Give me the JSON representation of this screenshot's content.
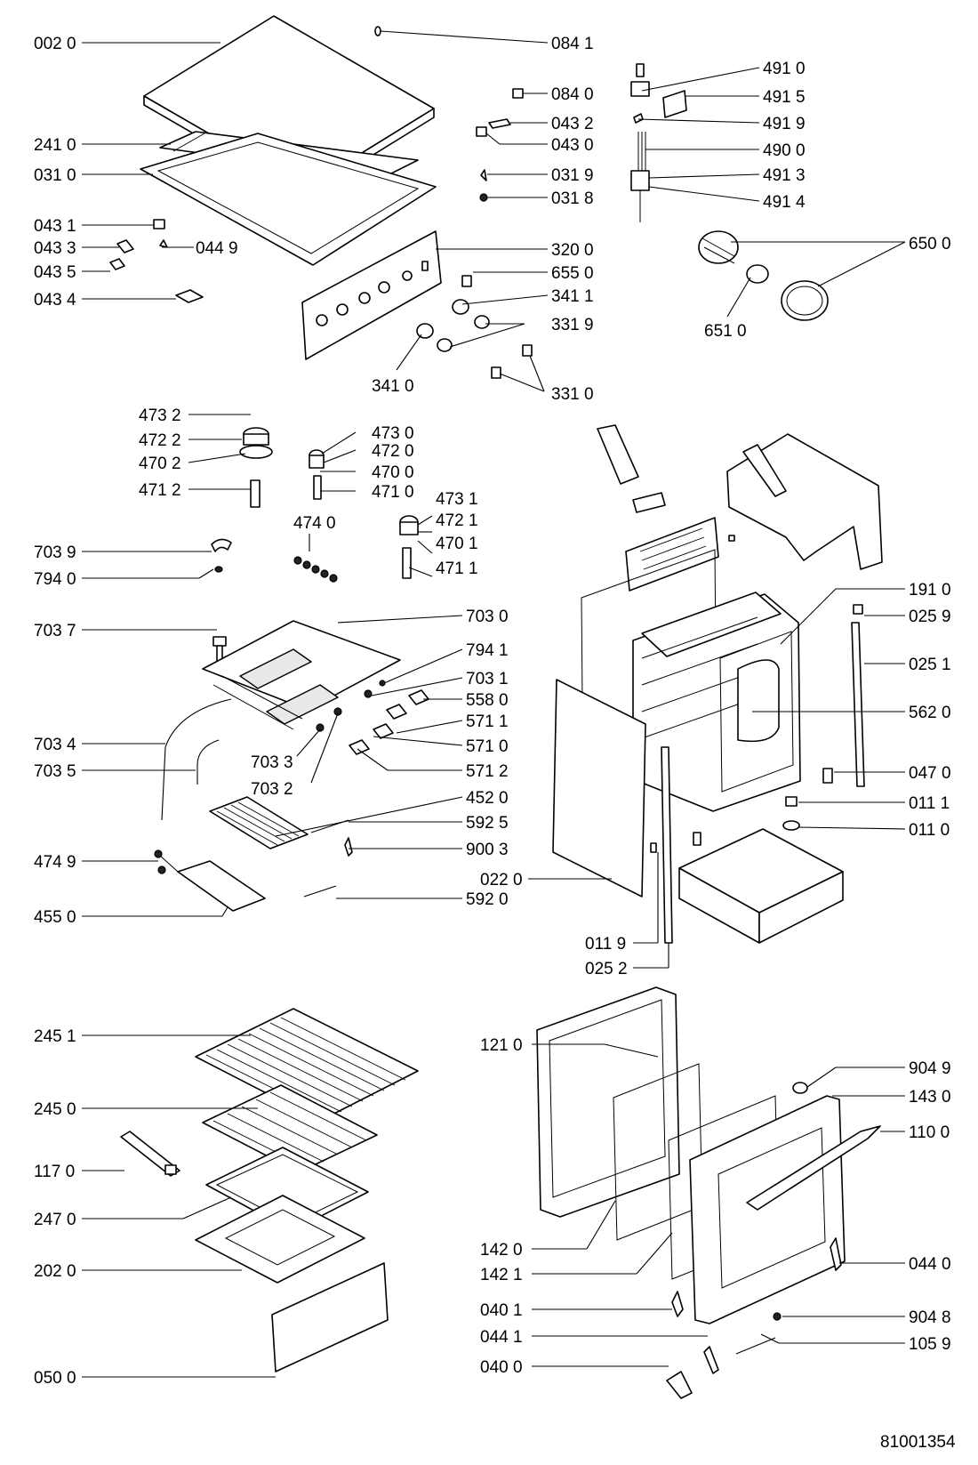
{
  "labels": {
    "l0020": "002 0",
    "l0841": "084 1",
    "l0840": "084 0",
    "l0432": "043 2",
    "l0430": "043 0",
    "l0319": "031 9",
    "l0318": "031 8",
    "l4910": "491 0",
    "l4915": "491 5",
    "l4919": "491 9",
    "l4900": "490 0",
    "l4913": "491 3",
    "l4914": "491 4",
    "l2410": "241 0",
    "l0310": "031 0",
    "l0431": "043 1",
    "l0433": "043 3",
    "l0449": "044 9",
    "l0435": "043 5",
    "l0434": "043 4",
    "l3200": "320 0",
    "l6550": "655 0",
    "l3411a": "341 1",
    "l3319": "331 9",
    "l3410": "341 0",
    "l3310": "331 0",
    "l6500": "650 0",
    "l6510": "651 0",
    "l4732": "473 2",
    "l4722": "472 2",
    "l4702": "470 2",
    "l4712": "471 2",
    "l4730": "473 0",
    "l4720": "472 0",
    "l4700": "470 0",
    "l4710": "471 0",
    "l4740": "474 0",
    "l4731": "473 1",
    "l4721": "472 1",
    "l4701": "470 1",
    "l4711": "471 1",
    "l7039": "703 9",
    "l7940": "794 0",
    "l7037": "703 7",
    "l7030": "703 0",
    "l7941": "794 1",
    "l7031": "703 1",
    "l5580": "558 0",
    "l5711": "571 1",
    "l5710": "571 0",
    "l5712": "571 2",
    "l7034": "703 4",
    "l7035": "703 5",
    "l7033": "703 3",
    "l7032": "703 2",
    "l4520": "452 0",
    "l5925": "592 5",
    "l9003": "900 3",
    "l4749": "474 9",
    "l4550": "455 0",
    "l5920": "592 0",
    "l1910": "191 0",
    "l0259": "025 9",
    "l0251": "025 1",
    "l5620": "562 0",
    "l0470": "047 0",
    "l0111": "011 1",
    "l0110": "011 0",
    "l0220": "022 0",
    "l0119": "011 9",
    "l0252": "025 2",
    "l2451": "245 1",
    "l2450": "245 0",
    "l1170": "117 0",
    "l2470": "247 0",
    "l2020": "202 0",
    "l0500": "050 0",
    "l1210": "121 0",
    "l9049": "904 9",
    "l1430": "143 0",
    "l1100": "110 0",
    "l1420": "142 0",
    "l1421": "142 1",
    "l0440": "044 0",
    "l0401": "040 1",
    "l9048": "904 8",
    "l0441": "044 1",
    "l1059": "105 9",
    "l0400": "040 0"
  },
  "document_number": "81001354"
}
